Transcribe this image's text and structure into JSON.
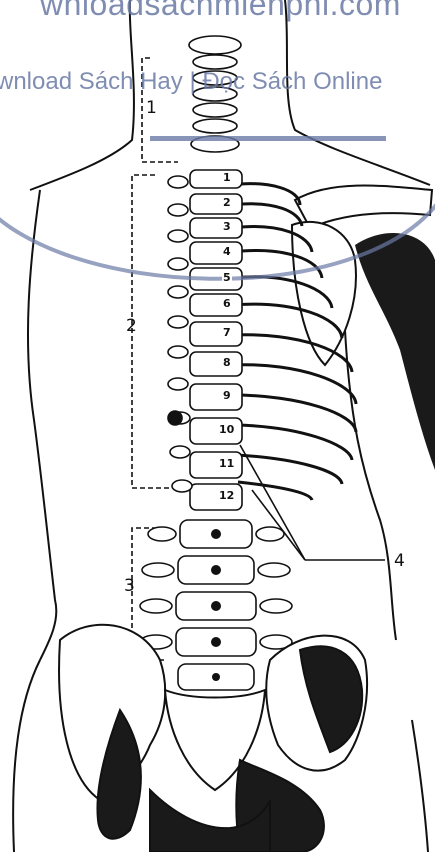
{
  "watermark": {
    "line1": "wnloadsachmienphi.com",
    "line2": "wnload Sách Hay | Đọc Sách Online",
    "color": "#6b7aa6"
  },
  "labels": {
    "region_cervical": "1",
    "region_thoracic": "2",
    "region_lumbar": "3",
    "pointer": "4"
  },
  "thoracic_numbers": [
    "1",
    "2",
    "3",
    "4",
    "5",
    "6",
    "7",
    "8",
    "9",
    "10",
    "11",
    "12"
  ]
}
